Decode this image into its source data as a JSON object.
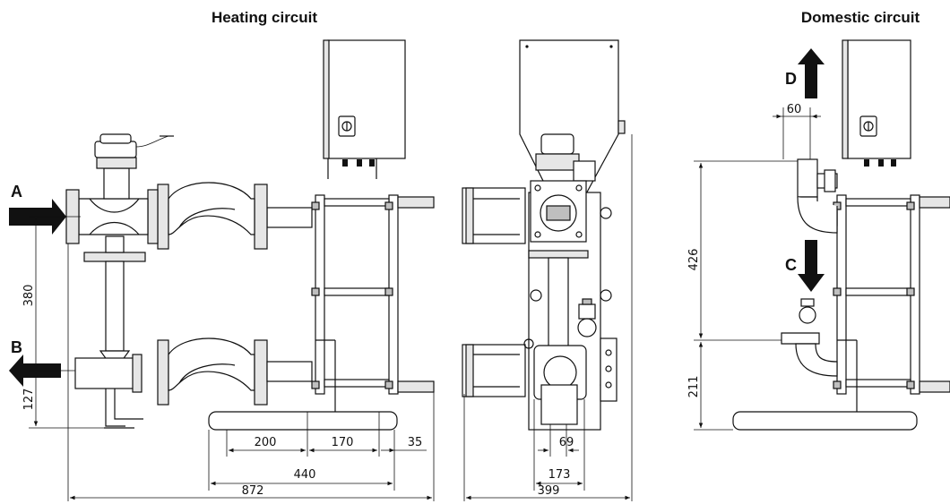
{
  "headings": {
    "heating": "Heating circuit",
    "domestic": "Domestic circuit"
  },
  "ports": {
    "a": "A",
    "b": "B",
    "c": "C",
    "d": "D"
  },
  "dimensions": {
    "d380": "380",
    "d127": "127",
    "d200": "200",
    "d170": "170",
    "d35": "35",
    "d440": "440",
    "d872": "872",
    "d69": "69",
    "d173": "173",
    "d399": "399",
    "d60": "60",
    "d426": "426",
    "d211": "211"
  },
  "colors": {
    "line": "#111111",
    "metal_light": "#e6e6e6",
    "metal_dark": "#bfbfbf"
  }
}
